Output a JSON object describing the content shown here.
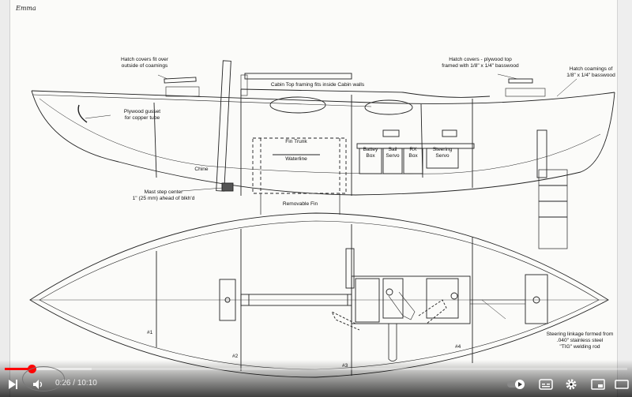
{
  "drawing": {
    "title": "Emma",
    "labels": {
      "hatch_left": "Hatch covers fit over\noutside of coamings",
      "hatch_right": "Hatch covers - plywood top\nframed with 1/8\" x 1/4\" basswood",
      "hatch_coamings": "Hatch coamings of\n1/8\" x 1/4\" basswood",
      "cabin_top": "Cabin Top framing fits inside Cabin walls",
      "gusset": "Plywood gusset\nfor copper tube",
      "fin_trunk": "Fin Trunk",
      "waterline": "Waterline",
      "chine": "Chine",
      "battery": "Battey\nBox",
      "sail": "Sail\nServo",
      "rx": "RX\nBox",
      "steering": "Steering\nServo",
      "mast_step": "Mast step center\n1\" (25 mm) ahead of blkh'd",
      "removable_fin": "Removable Fin",
      "linkage": "Steering linkage formed from\n.040\" stainless steel\n\"TIG\" welding rod"
    },
    "bulkheads": [
      "#1",
      "#2",
      "#3",
      "#4"
    ]
  },
  "player": {
    "current_time": "0:26",
    "separator": "/",
    "duration": "10:10",
    "progress": 0.043,
    "buffered": 0.14,
    "colors": {
      "accent": "#ff0000",
      "icon": "#ffffff"
    },
    "icons": [
      "play-icon",
      "volume-icon",
      "autoplay-toggle-icon",
      "subtitles-icon",
      "settings-icon",
      "miniplayer-icon",
      "theater-icon"
    ]
  }
}
